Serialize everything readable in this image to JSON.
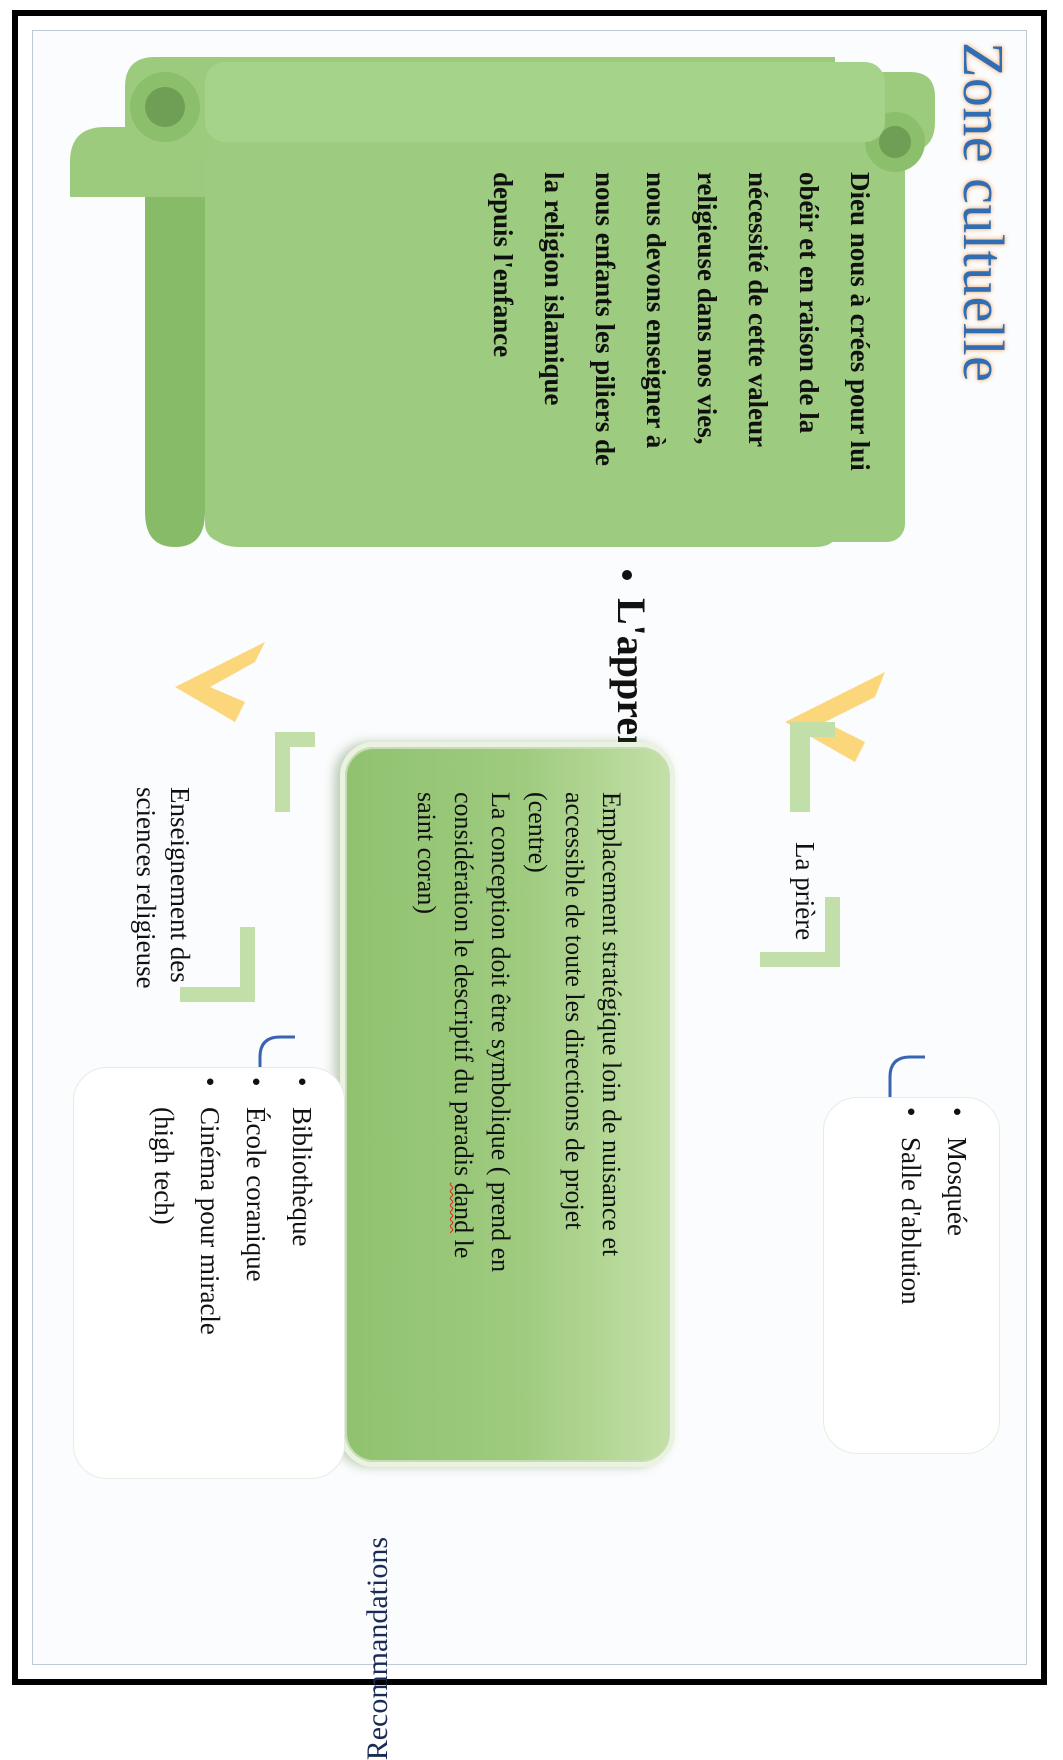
{
  "title": "Zone cultuelle",
  "scroll": {
    "lines": [
      "Dieu nous à crées pour lui",
      "obéir et en raison de la",
      "nécessité de cette valeur",
      "religieuse dans nos vies,",
      "nous devons enseigner à",
      "nous enfants les piliers de",
      "la religion islamique",
      "depuis l'enfance"
    ]
  },
  "main_bullet": "L'apprentissage par jeux",
  "priere": "La prière",
  "enseignement": {
    "line1": "Enseignement des",
    "line2": "sciences religieuse"
  },
  "recommandations": {
    "title": "Recommandations",
    "lines": [
      "Emplacement stratégique loin de nuisance et",
      "accessible de toute les directions de projet",
      "(centre)",
      "La conception doit être symbolique ( prend en",
      "considération le descriptif du paradis",
      "saint coran)"
    ],
    "line5_tail_underlined": "dand",
    "line5_tail_rest": " le"
  },
  "priere_list": [
    "Mosquée",
    "Salle d'ablution"
  ],
  "sciences_list": [
    "Bibliothèque",
    "École coranique",
    "Cinéma pour miracle",
    "(high tech)"
  ],
  "colors": {
    "scroll_green": "#9dcc80",
    "scroll_dark": "#6f9e55",
    "chevron_yellow": "#fbd67a",
    "chevron_green": "#c3dfa9",
    "bracket_blue": "#3b63b3",
    "title_blue": "#2f6db4"
  }
}
